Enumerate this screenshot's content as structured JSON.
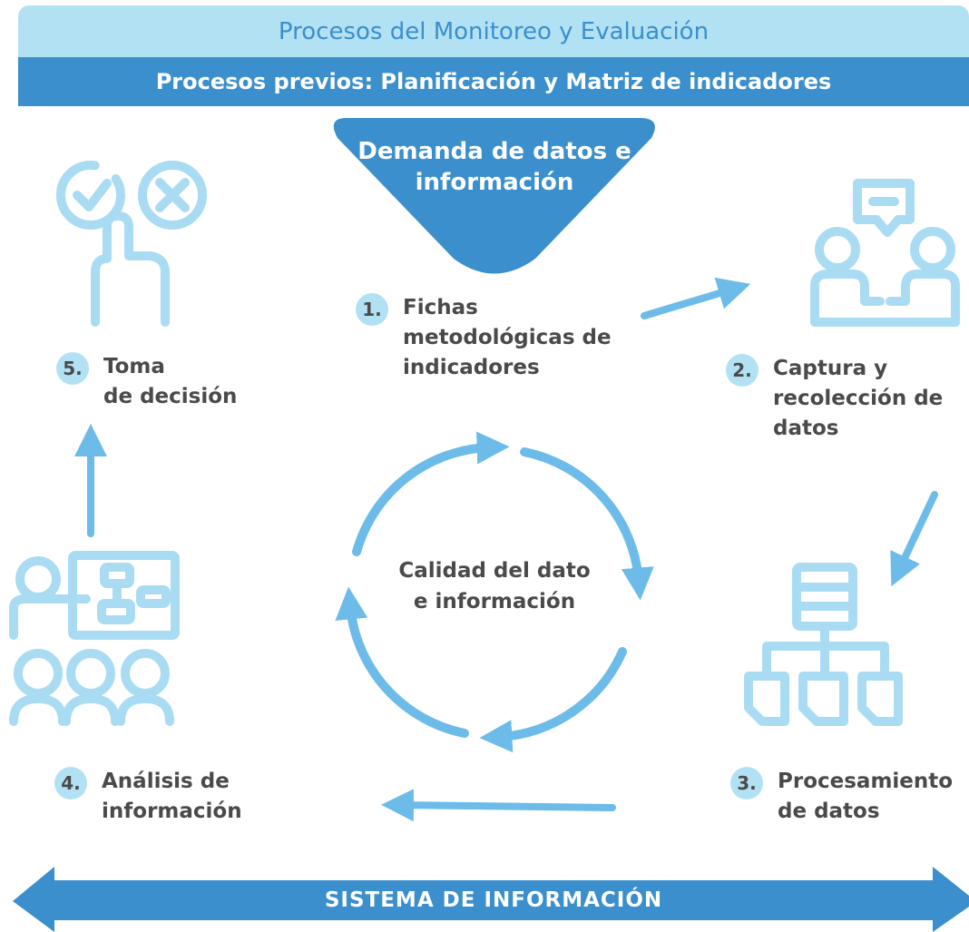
{
  "header": {
    "title": "Procesos del Monitoreo y Evaluación",
    "subtitle": "Procesos previos: Planificación y Matriz de indicadores"
  },
  "demand": {
    "line1": "Demanda de datos e",
    "line2": "información"
  },
  "steps": [
    {
      "number": "1.",
      "lines": [
        "Fichas",
        "metodológicas de",
        "indicadores"
      ]
    },
    {
      "number": "2.",
      "lines": [
        "Captura y",
        "recolección de",
        "datos"
      ]
    },
    {
      "number": "3.",
      "lines": [
        "Procesamiento",
        "de datos"
      ]
    },
    {
      "number": "4.",
      "lines": [
        "Análisis de",
        "información"
      ]
    },
    {
      "number": "5.",
      "lines": [
        "Toma",
        "de decisión"
      ]
    }
  ],
  "center": {
    "line1": "Calidad del dato",
    "line2": "e información"
  },
  "footer": {
    "label": "SISTEMA DE INFORMACIÓN"
  },
  "icons": [
    "decision-hand-icon",
    "meeting-people-icon",
    "hierarchy-documents-icon",
    "presentation-audience-icon"
  ],
  "colors": {
    "light_blue": "#b3e1f4",
    "dark_blue": "#3a8fcc",
    "arrow_blue": "#6dbbe9",
    "icon_blue": "#a9dcf3",
    "text_gray": "#4a4a4a"
  }
}
